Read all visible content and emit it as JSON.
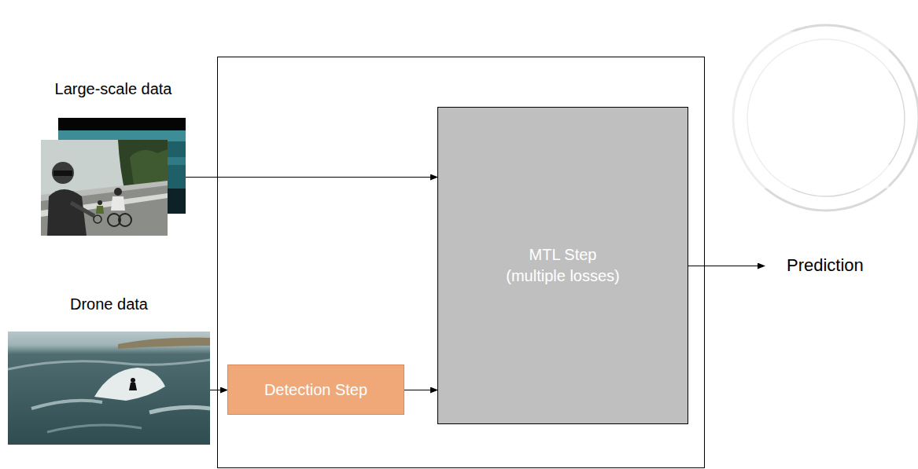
{
  "diagram": {
    "nodes": [
      {
        "text": [
          "Large-scale data"
        ]
      },
      {
        "text": [
          "Drone data"
        ]
      },
      {
        "text": [
          "Detection Step"
        ]
      },
      {
        "text": [
          "MTL Step (multiple losses)"
        ]
      },
      {
        "text": [
          "Prediction"
        ]
      }
    ],
    "edges": [
      {
        "from": 0,
        "to": 3,
        "arrow": "to"
      },
      {
        "from": 1,
        "to": 2,
        "arrow": "to"
      },
      {
        "from": 2,
        "to": 3,
        "arrow": "to"
      },
      {
        "from": 3,
        "to": 4,
        "arrow": "to"
      }
    ]
  }
}
